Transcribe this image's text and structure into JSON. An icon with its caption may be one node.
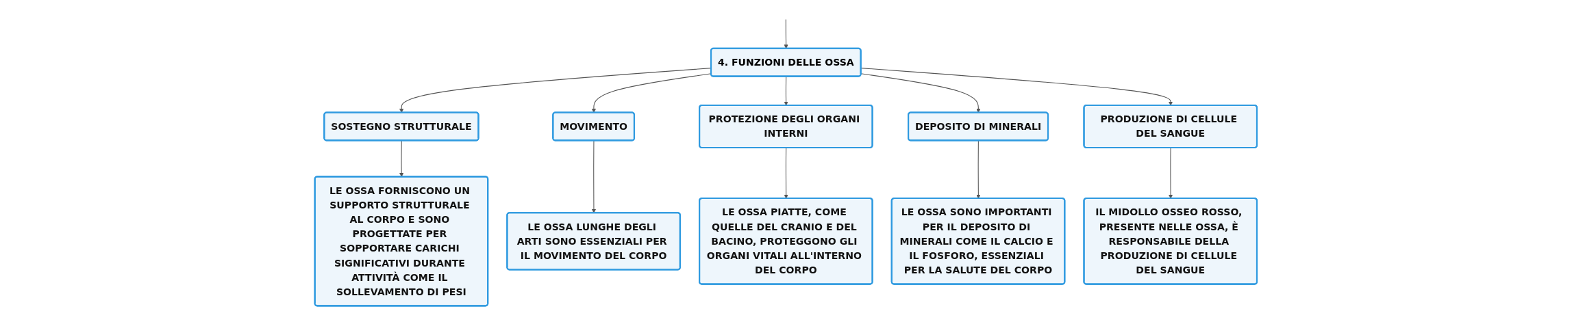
{
  "diagram": {
    "nodes": [
      {
        "text": [
          "4. FUNZIONI DELLE OSSA"
        ]
      },
      {
        "text": [
          "SOSTEGNO STRUTTURALE"
        ]
      },
      {
        "text": [
          "MOVIMENTO"
        ]
      },
      {
        "text": [
          "PROTEZIONE DEGLI ORGANI INTERNI"
        ]
      },
      {
        "text": [
          "DEPOSITO DI MINERALI"
        ]
      },
      {
        "text": [
          "PRODUZIONE DI CELLULE DEL SANGUE"
        ]
      },
      {
        "text": [
          "LE OSSA FORNISCONO UN SUPPORTO STRUTTURALE AL CORPO E SONO PROGETTATE PER SOPPORTARE CARICHI SIGNIFICATIVI DURANTE ATTIVITÀ COME IL SOLLEVAMENTO DI PESI"
        ]
      },
      {
        "text": [
          "LE OSSA LUNGHE DEGLI ARTI SONO ESSENZIALI PER IL MOVIMENTO DEL CORPO"
        ]
      },
      {
        "text": [
          "LE OSSA PIATTE, COME QUELLE DEL CRANIO E DEL BACINO, PROTEGGONO GLI ORGANI VITALI ALL'INTERNO DEL CORPO"
        ]
      },
      {
        "text": [
          "LE OSSA SONO IMPORTANTI PER IL DEPOSITO DI MINERALI COME IL CALCIO E IL FOSFORO, ESSENZIALI PER LA SALUTE DEL CORPO"
        ]
      },
      {
        "text": [
          "IL MIDOLLO OSSEO ROSSO, PRESENTE NELLE OSSA, È RESPONSABILE DELLA PRODUZIONE DI CELLULE DEL SANGUE"
        ]
      }
    ],
    "edges": [
      {
        "from": null,
        "to": 0,
        "arrow": "to"
      },
      {
        "from": 0,
        "to": 1,
        "arrow": "to"
      },
      {
        "from": 0,
        "to": 2,
        "arrow": "to"
      },
      {
        "from": 0,
        "to": 3,
        "arrow": "to"
      },
      {
        "from": 0,
        "to": 4,
        "arrow": "to"
      },
      {
        "from": 0,
        "to": 5,
        "arrow": "to"
      },
      {
        "from": 1,
        "to": 6,
        "arrow": "to"
      },
      {
        "from": 2,
        "to": 7,
        "arrow": "to"
      },
      {
        "from": 3,
        "to": 8,
        "arrow": "to"
      },
      {
        "from": 4,
        "to": 9,
        "arrow": "to"
      },
      {
        "from": 5,
        "to": 10,
        "arrow": "to"
      }
    ]
  }
}
